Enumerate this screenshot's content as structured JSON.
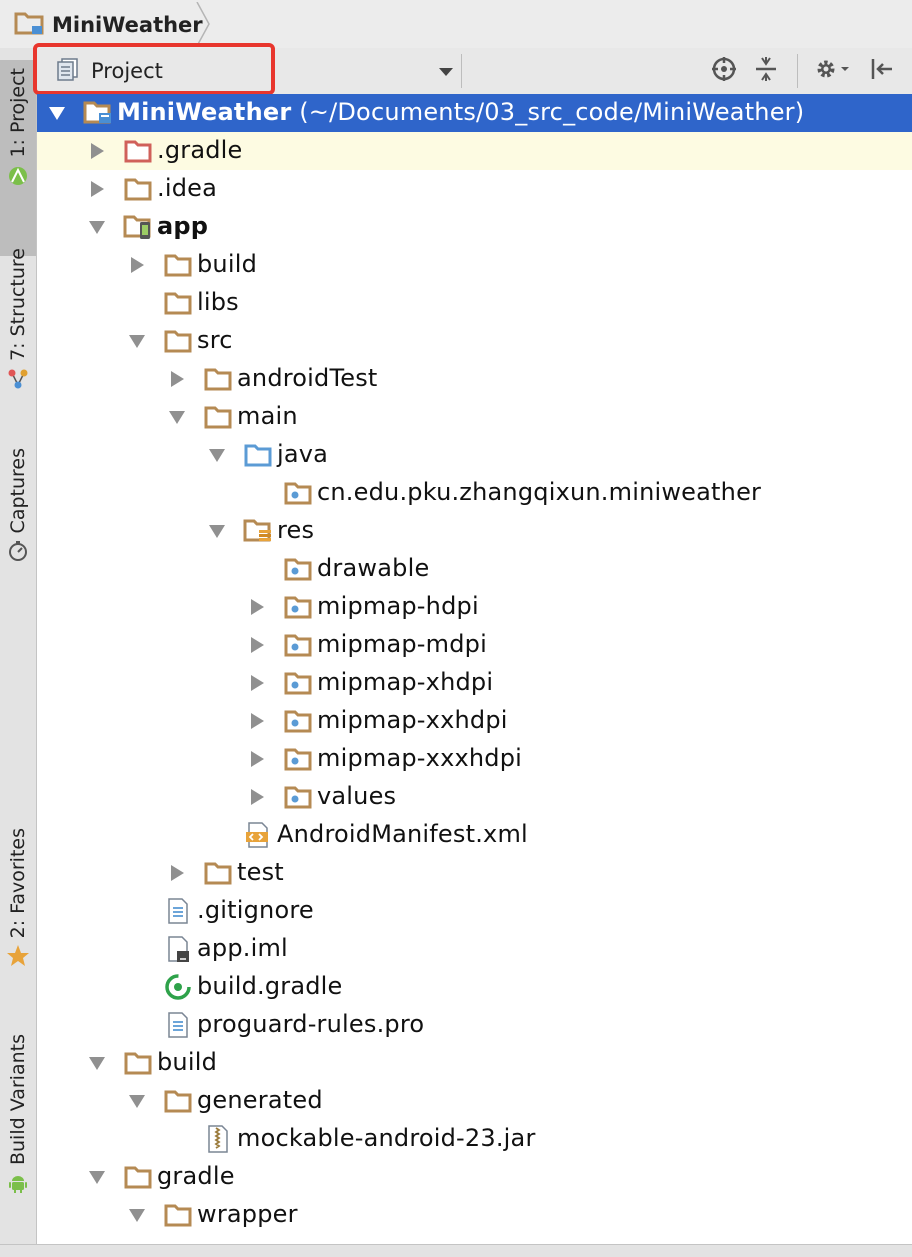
{
  "breadcrumb": {
    "project": "MiniWeather"
  },
  "left_strip": {
    "tabs": [
      {
        "label": "1: Project",
        "active": true
      },
      {
        "label": "7: Structure"
      },
      {
        "label": "Captures"
      },
      {
        "label": "2: Favorites"
      },
      {
        "label": "Build Variants"
      }
    ]
  },
  "header": {
    "view_mode": "Project"
  },
  "tree": [
    {
      "label": "MiniWeather",
      "suffix": " (~/Documents/03_src_code/MiniWeather)",
      "bold": true,
      "depth": 0,
      "state": "expanded",
      "icon": "module-folder-icon",
      "selected": true
    },
    {
      "label": ".gradle",
      "depth": 1,
      "state": "collapsed",
      "icon": "excluded-folder-icon",
      "hover": true
    },
    {
      "label": ".idea",
      "depth": 1,
      "state": "collapsed",
      "icon": "folder-icon"
    },
    {
      "label": "app",
      "bold": true,
      "depth": 1,
      "state": "expanded",
      "icon": "android-module-icon"
    },
    {
      "label": "build",
      "depth": 2,
      "state": "collapsed",
      "icon": "folder-icon"
    },
    {
      "label": "libs",
      "depth": 2,
      "state": "none",
      "icon": "folder-icon"
    },
    {
      "label": "src",
      "depth": 2,
      "state": "expanded",
      "icon": "folder-icon"
    },
    {
      "label": "androidTest",
      "depth": 3,
      "state": "collapsed",
      "icon": "folder-icon"
    },
    {
      "label": "main",
      "depth": 3,
      "state": "expanded",
      "icon": "folder-icon"
    },
    {
      "label": "java",
      "depth": 4,
      "state": "expanded",
      "icon": "source-folder-icon"
    },
    {
      "label": "cn.edu.pku.zhangqixun.miniweather",
      "depth": 5,
      "state": "none",
      "icon": "package-icon"
    },
    {
      "label": "res",
      "depth": 4,
      "state": "expanded",
      "icon": "resource-folder-icon"
    },
    {
      "label": "drawable",
      "depth": 5,
      "state": "none",
      "icon": "package-icon"
    },
    {
      "label": "mipmap-hdpi",
      "depth": 5,
      "state": "collapsed",
      "icon": "package-icon"
    },
    {
      "label": "mipmap-mdpi",
      "depth": 5,
      "state": "collapsed",
      "icon": "package-icon"
    },
    {
      "label": "mipmap-xhdpi",
      "depth": 5,
      "state": "collapsed",
      "icon": "package-icon"
    },
    {
      "label": "mipmap-xxhdpi",
      "depth": 5,
      "state": "collapsed",
      "icon": "package-icon"
    },
    {
      "label": "mipmap-xxxhdpi",
      "depth": 5,
      "state": "collapsed",
      "icon": "package-icon"
    },
    {
      "label": "values",
      "depth": 5,
      "state": "collapsed",
      "icon": "package-icon"
    },
    {
      "label": "AndroidManifest.xml",
      "depth": 4,
      "state": "none",
      "icon": "xml-file-icon"
    },
    {
      "label": "test",
      "depth": 3,
      "state": "collapsed",
      "icon": "folder-icon"
    },
    {
      "label": ".gitignore",
      "depth": 2,
      "state": "none",
      "icon": "text-file-icon"
    },
    {
      "label": "app.iml",
      "depth": 2,
      "state": "none",
      "icon": "iml-file-icon"
    },
    {
      "label": "build.gradle",
      "depth": 2,
      "state": "none",
      "icon": "gradle-file-icon"
    },
    {
      "label": "proguard-rules.pro",
      "depth": 2,
      "state": "none",
      "icon": "text-file-icon"
    },
    {
      "label": "build",
      "depth": 1,
      "state": "expanded",
      "icon": "folder-icon"
    },
    {
      "label": "generated",
      "depth": 2,
      "state": "expanded",
      "icon": "folder-icon"
    },
    {
      "label": "mockable-android-23.jar",
      "depth": 3,
      "state": "none",
      "icon": "jar-file-icon"
    },
    {
      "label": "gradle",
      "depth": 1,
      "state": "expanded",
      "icon": "folder-icon"
    },
    {
      "label": "wrapper",
      "depth": 2,
      "state": "expanded",
      "icon": "folder-icon"
    }
  ],
  "colors": {
    "selection": "#2f65ca",
    "hover_row": "#fdfbe2",
    "highlight_box": "#e8362d",
    "folder": "#b58a53"
  }
}
